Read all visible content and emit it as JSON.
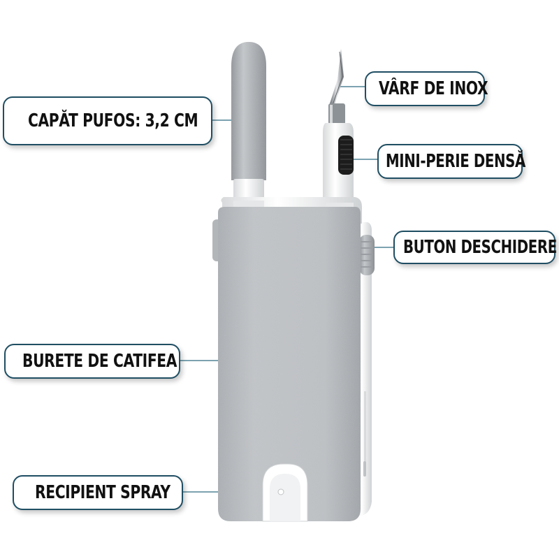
{
  "labels": {
    "fluffy_tip": "CAPĂT PUFOS: 3,2 CM",
    "steel_tip": "VÂRF DE INOX",
    "mini_brush": "MINI-PERIE DENSĂ",
    "open_button": "BUTON DESCHIDERE",
    "velvet_sponge": "BURETE DE CATIFEA",
    "spray_container": "RECIPIENT SPRAY"
  },
  "colors": {
    "callout_border": "#1f4e63",
    "leader_line": "#2e6b80",
    "body_gray": "#b9bcbf",
    "plastic_white": "#f4f5f6",
    "brush_black": "#1c1c1c",
    "steel": "#9aa0a5"
  }
}
